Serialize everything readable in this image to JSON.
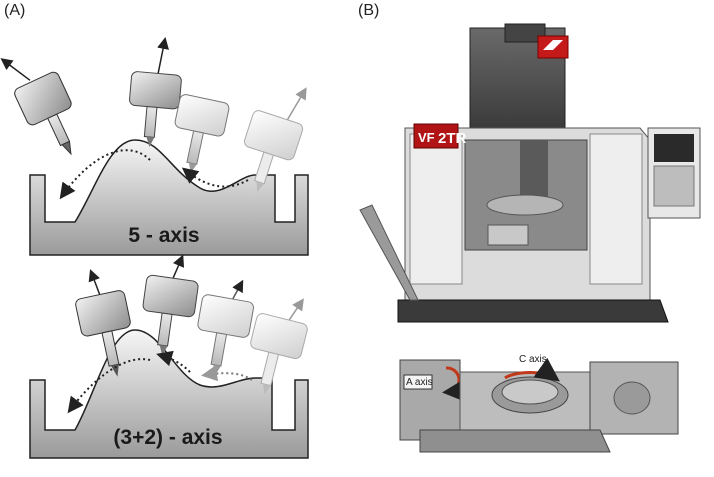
{
  "panels": {
    "a": {
      "label": "(A)"
    },
    "b": {
      "label": "(B)"
    }
  },
  "diagram_top": {
    "caption": "5 - axis"
  },
  "diagram_bottom": {
    "caption": "(3+2) - axis"
  },
  "machine": {
    "model_prefix": "VF",
    "model_suffix": "2TR"
  },
  "table": {
    "a_axis_label": "A axis",
    "c_axis_label": "C axis"
  }
}
